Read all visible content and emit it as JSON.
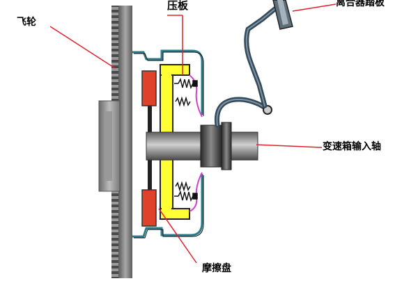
{
  "labels": {
    "flywheel": "飞轮",
    "pressure_plate": "压板",
    "clutch_pedal": "离合器踏板",
    "gearbox_input_shaft": "变速箱输入轴",
    "friction_disc": "摩擦盘"
  },
  "colors": {
    "leader_line": "#e0202c",
    "friction_disc": "#e0412a",
    "pressure_plate": "#ffff33",
    "housing": "#2e7b8a",
    "spring_arm": "#d640c8",
    "flywheel_teeth": "#3a3a3a",
    "shaft": "#7b7b7b"
  }
}
